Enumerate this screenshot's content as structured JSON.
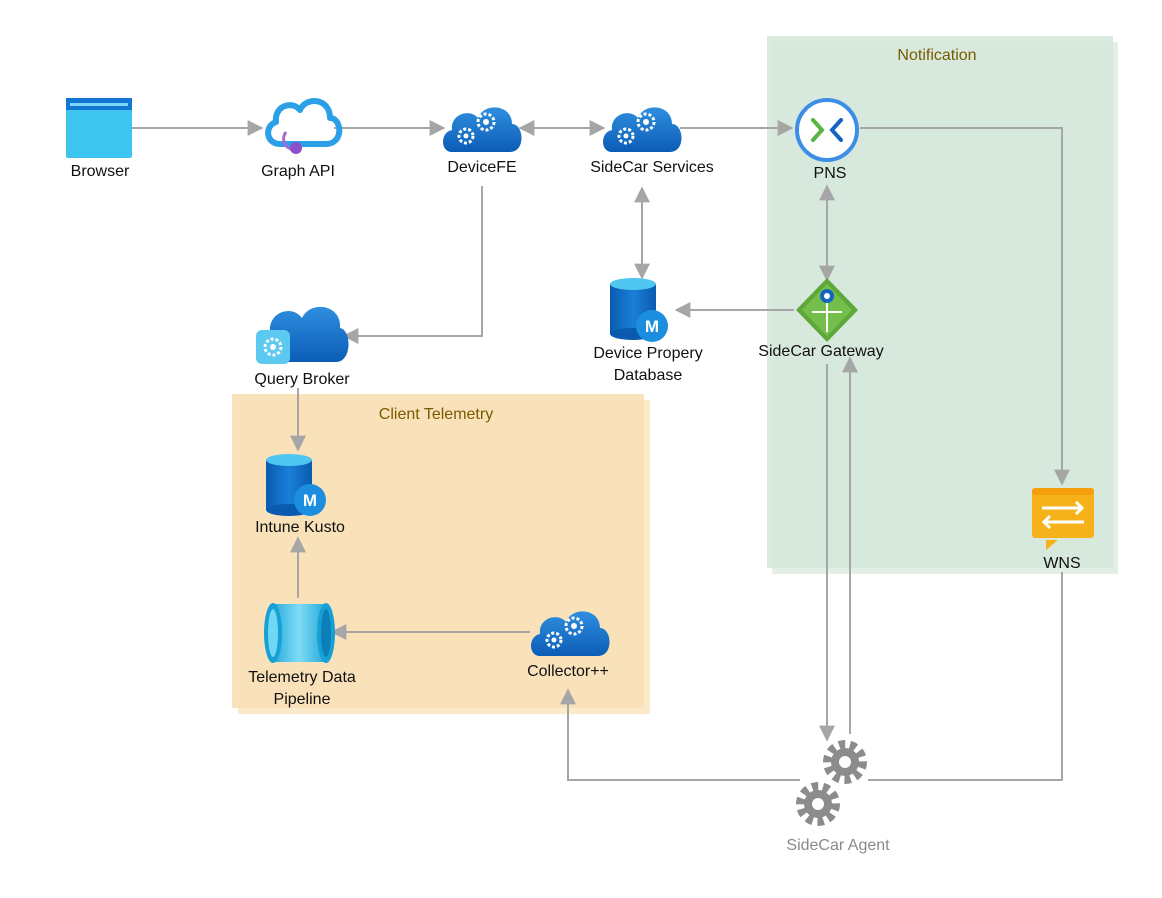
{
  "groups": {
    "notification": "Notification",
    "client_telemetry": "Client Telemetry"
  },
  "nodes": {
    "browser": "Browser",
    "graph_api": "Graph API",
    "devicefe": "DeviceFE",
    "sidecar_services": "SideCar Services",
    "pns": "PNS",
    "query_broker": "Query Broker",
    "device_property_db_line1": "Device Propery",
    "device_property_db_line2": "Database",
    "sidecar_gateway": "SideCar Gateway",
    "intune_kusto": "Intune Kusto",
    "telemetry_pipeline_line1": "Telemetry Data",
    "telemetry_pipeline_line2": "Pipeline",
    "collector": "Collector++",
    "wns": "WNS",
    "sidecar_agent": "SideCar Agent"
  },
  "icon_glyphs": {
    "database_badge": "M"
  },
  "colors": {
    "notification_group": "#dcebe2",
    "client_telemetry_group": "#fae5c0",
    "azure_blue": "#0f78d4",
    "azure_light_blue": "#50c7f0",
    "gateway_green": "#5ea83a",
    "wns_orange": "#f5b21b",
    "connector_gray": "#a6a6a6",
    "gear_gray": "#8c8c8c"
  }
}
